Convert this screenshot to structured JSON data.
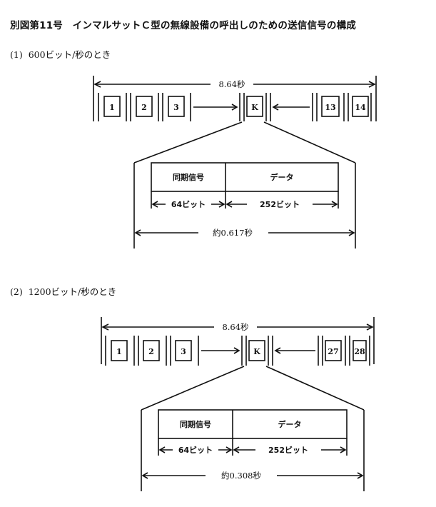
{
  "title": "別図第11号　インマルサットＣ型の無線設備の呼出しのための送信信号の構成",
  "cases": [
    {
      "number": "(1)",
      "label": "600ビット/秒のとき",
      "frame_duration": "8.64秒",
      "frames": [
        "1",
        "2",
        "3",
        "K",
        "13",
        "14"
      ],
      "fields": [
        "同期信号",
        "データ"
      ],
      "field_lengths": [
        "64ビット",
        "252ビット"
      ],
      "packet_duration": "約0.617秒"
    },
    {
      "number": "(2)",
      "label": "1200ビット/秒のとき",
      "frame_duration": "8.64秒",
      "frames": [
        "1",
        "2",
        "3",
        "K",
        "27",
        "28"
      ],
      "fields": [
        "同期信号",
        "データ"
      ],
      "field_lengths": [
        "64ビット",
        "252ビット"
      ],
      "packet_duration": "約0.308秒"
    }
  ]
}
